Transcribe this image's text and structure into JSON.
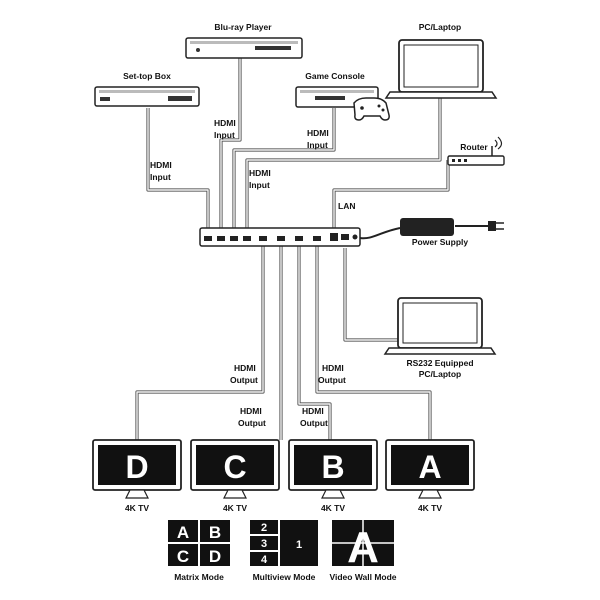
{
  "devices": {
    "bluray": "Blu-ray Player",
    "pc_laptop": "PC/Laptop",
    "settop": "Set-top Box",
    "game_console": "Game Console",
    "router": "Router",
    "power_supply": "Power Supply",
    "rs232_line1": "RS232 Equipped",
    "rs232_line2": "PC/Laptop"
  },
  "cables": {
    "hdmi": "HDMI",
    "input": "Input",
    "output": "Output",
    "lan": "LAN"
  },
  "tvs": [
    {
      "letter": "D",
      "label": "4K TV"
    },
    {
      "letter": "C",
      "label": "4K TV"
    },
    {
      "letter": "B",
      "label": "4K TV"
    },
    {
      "letter": "A",
      "label": "4K TV"
    }
  ],
  "modes": {
    "matrix": {
      "label": "Matrix Mode",
      "cells": [
        "A",
        "B",
        "C",
        "D"
      ]
    },
    "multiview": {
      "label": "Multiview Mode",
      "cells": [
        "2",
        "3",
        "4",
        "1"
      ]
    },
    "videowall": {
      "label": "Video Wall Mode",
      "letter": "A"
    }
  }
}
